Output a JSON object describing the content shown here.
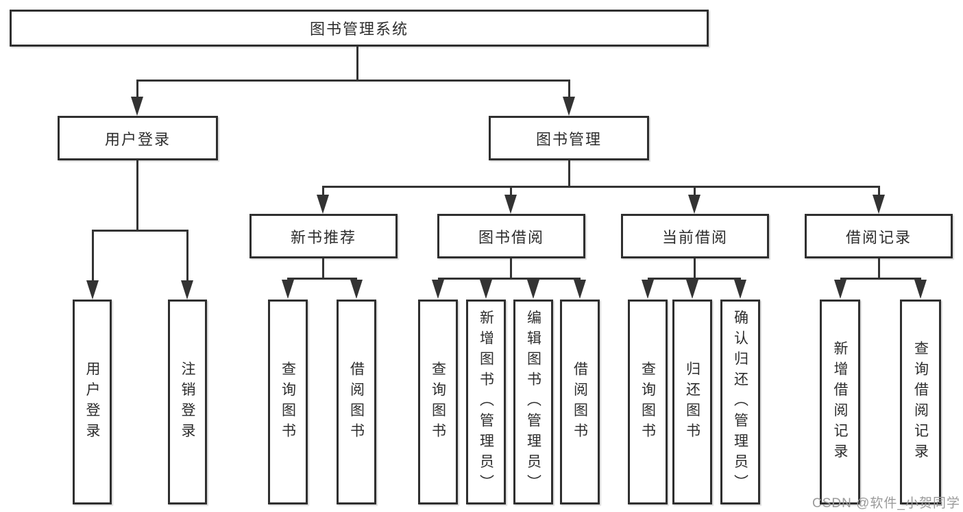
{
  "colors": {
    "line": "#333333",
    "box_border": "#2f2f2f",
    "box_fill": "#ffffff",
    "text": "#2d2d2d",
    "watermark": "#9a9a9a",
    "background": "#ffffff"
  },
  "watermark": "CSDN @软件_小贺同学",
  "tree": {
    "root": {
      "label": "图书管理系统",
      "children": [
        {
          "label": "用户登录",
          "children": [
            {
              "label": "用户登录"
            },
            {
              "label": "注销登录"
            }
          ]
        },
        {
          "label": "图书管理",
          "children": [
            {
              "label": "新书推荐",
              "children": [
                {
                  "label": "查询图书"
                },
                {
                  "label": "借阅图书"
                }
              ]
            },
            {
              "label": "图书借阅",
              "children": [
                {
                  "label": "查询图书"
                },
                {
                  "label": "新增图书（管理员）"
                },
                {
                  "label": "编辑图书（管理员）"
                },
                {
                  "label": "借阅图书"
                }
              ]
            },
            {
              "label": "当前借阅",
              "children": [
                {
                  "label": "查询图书"
                },
                {
                  "label": "归还图书"
                },
                {
                  "label": "确认归还（管理员）"
                }
              ]
            },
            {
              "label": "借阅记录",
              "children": [
                {
                  "label": "新增借阅记录"
                },
                {
                  "label": "查询借阅记录"
                }
              ]
            }
          ]
        }
      ]
    }
  }
}
